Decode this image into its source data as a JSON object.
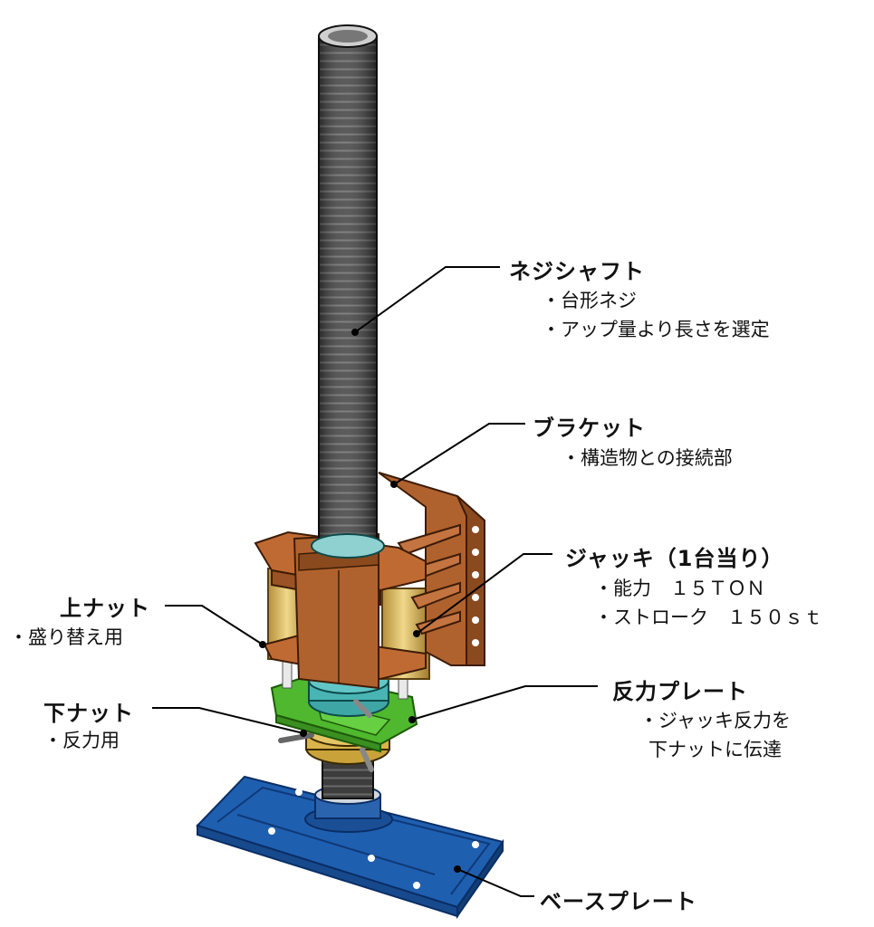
{
  "labels": {
    "shaft": {
      "title": "ネジシャフト",
      "notes": [
        "・台形ネジ",
        "・アップ量より長さを選定"
      ]
    },
    "bracket": {
      "title": "ブラケット",
      "notes": [
        "・構造物との接続部"
      ]
    },
    "jack": {
      "title": "ジャッキ（1台当り）",
      "notes": [
        "・能力　１５ＴＯＮ",
        "・ストローク　１５０ｓｔ"
      ]
    },
    "upper_nut": {
      "title": "上ナット",
      "notes": [
        "・盛り替え用"
      ]
    },
    "lower_nut": {
      "title": "下ナット",
      "notes": [
        "・反力用"
      ]
    },
    "reaction_plate": {
      "title": "反力プレート",
      "notes": [
        "・ジャッキ反力を",
        "下ナットに伝達"
      ]
    },
    "base_plate": {
      "title": "ベースプレート",
      "notes": []
    }
  },
  "colors": {
    "shaft": "#3d3d3d",
    "bracket": "#b0622e",
    "jack": "#d8b65a",
    "reaction_plate": "#4fb82e",
    "lower_nut": "#c9a23a",
    "base_plate": "#1f5fb0",
    "collar": "#3fa6a6"
  }
}
